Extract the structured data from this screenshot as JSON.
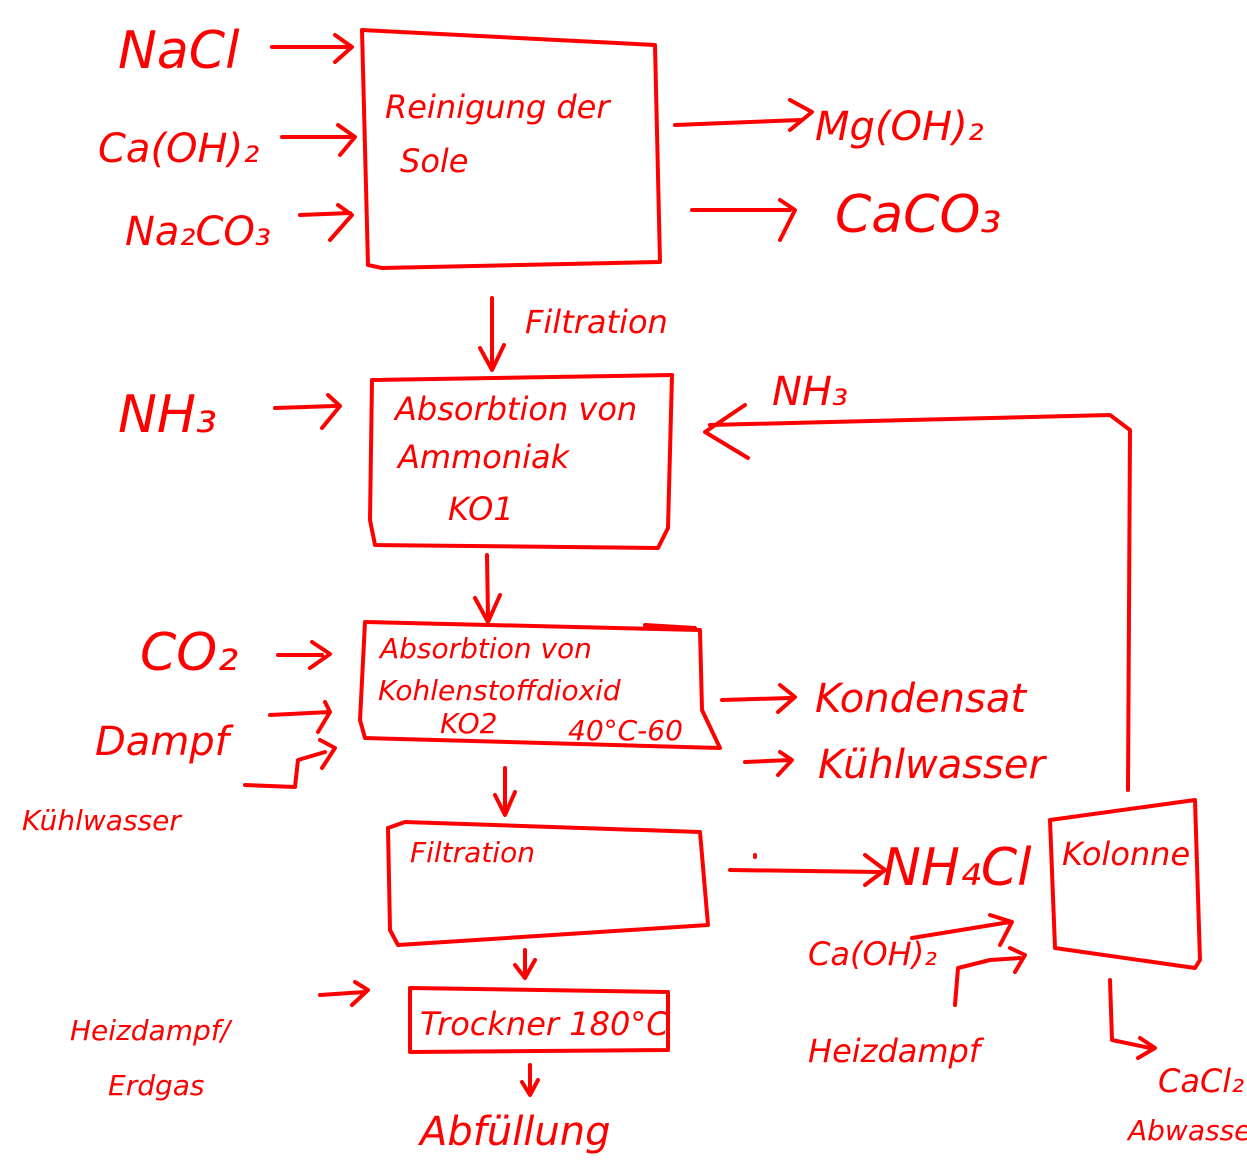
{
  "colors": {
    "ink": "#ff0000",
    "background": "#ffffff"
  },
  "boxes": {
    "purification": {
      "line1": "Reinigung der",
      "line2": "Sole"
    },
    "nh3_absorption": {
      "line1": "Absorbtion von",
      "line2": "Ammoniak",
      "line3": "KO1"
    },
    "co2_absorption": {
      "line1": "Absorbtion von",
      "line2": "Kohlenstoffdioxid",
      "line3": "KO2",
      "line3b": "40°C-60"
    },
    "filtration": {
      "label": "Filtration"
    },
    "dryer": {
      "label": "Trockner 180°C"
    },
    "column": {
      "label": "Kolonne"
    }
  },
  "inputs": {
    "nacl": "NaCl",
    "caoh2_top": "Ca(OH)₂",
    "na2co3": "Na₂CO₃",
    "nh3": "NH₃",
    "co2": "CO₂",
    "dampf": "Dampf",
    "kuehlwasser_in": "Kühlwasser",
    "heizdampf_erdgas_line1": "Heizdampf/",
    "heizdampf_erdgas_line2": "Erdgas",
    "caoh2_bottom": "Ca(OH)₂",
    "heizdampf": "Heizdampf"
  },
  "outputs": {
    "mgoh2": "Mg(OH)₂",
    "caco3": "CaCO₃",
    "kondensat": "Kondensat",
    "kuehlwasser_out": "Kühlwasser",
    "nh4cl": "NH₄Cl",
    "nh3_recycle": "NH₃",
    "cacl2": "CaCl₂",
    "abwasser": "Abwasser",
    "abfuellung": "Abfüllung"
  },
  "arrows": {
    "filtration_label": "Filtration"
  }
}
